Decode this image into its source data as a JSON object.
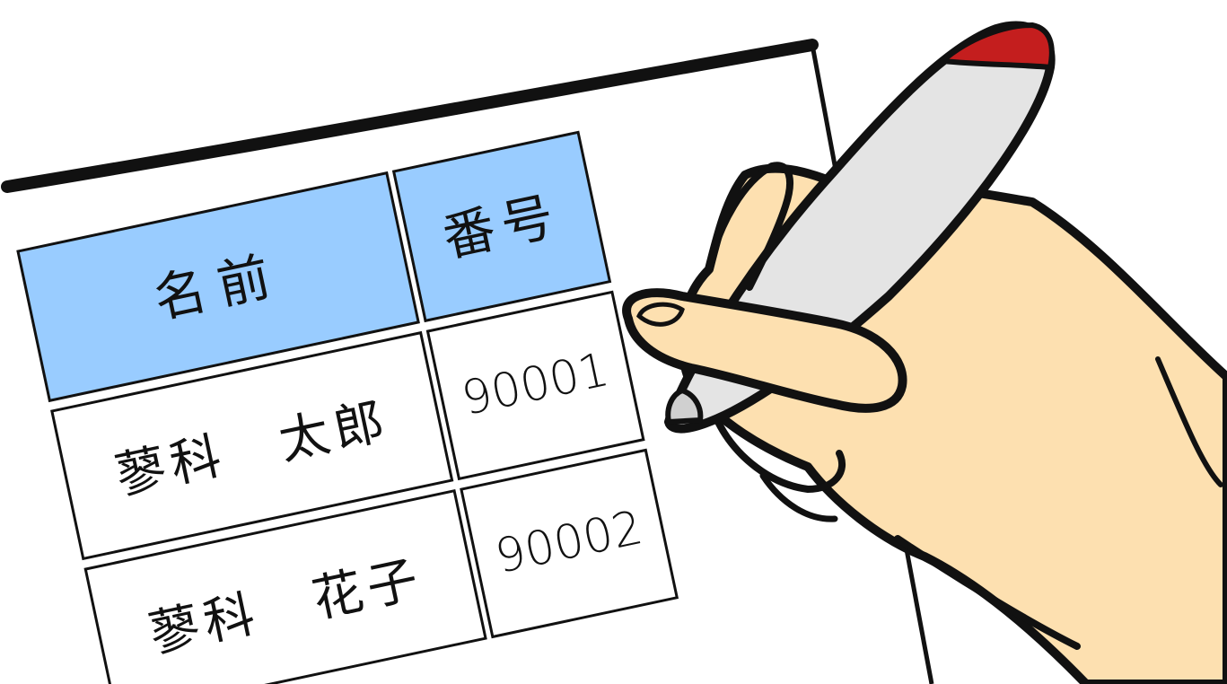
{
  "table": {
    "headers": {
      "name": "名前",
      "number": "番号"
    },
    "rows": [
      {
        "name": "蓼科　太郎",
        "number": "90001"
      },
      {
        "name": "蓼科　花子",
        "number": "90002"
      }
    ]
  },
  "colors": {
    "header_fill": "#99ccff",
    "cell_fill": "#ffffff",
    "skin": "#fde0b0",
    "pen_body": "#e4e4e4",
    "pen_cap": "#c41e1e",
    "outline": "#111111"
  }
}
